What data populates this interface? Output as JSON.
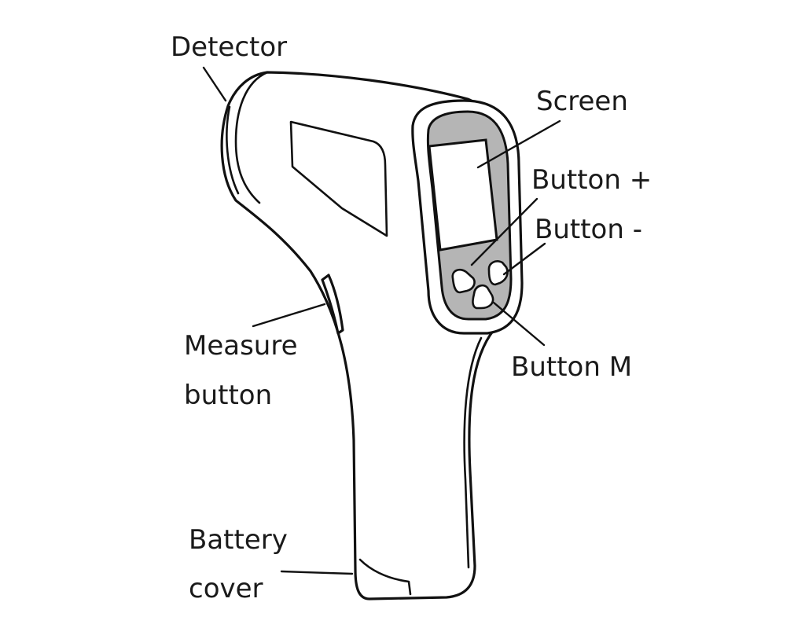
{
  "labels": {
    "detector": "Detector",
    "screen": "Screen",
    "button_plus": "Button +",
    "button_minus": "Button -",
    "button_m": "Button M",
    "measure_button_line1": "Measure",
    "measure_button_line2": "button",
    "battery_cover_line1": "Battery",
    "battery_cover_line2": "cover"
  },
  "colors": {
    "line": "#111111",
    "panel": "#b5b5b5",
    "background": "#ffffff"
  }
}
